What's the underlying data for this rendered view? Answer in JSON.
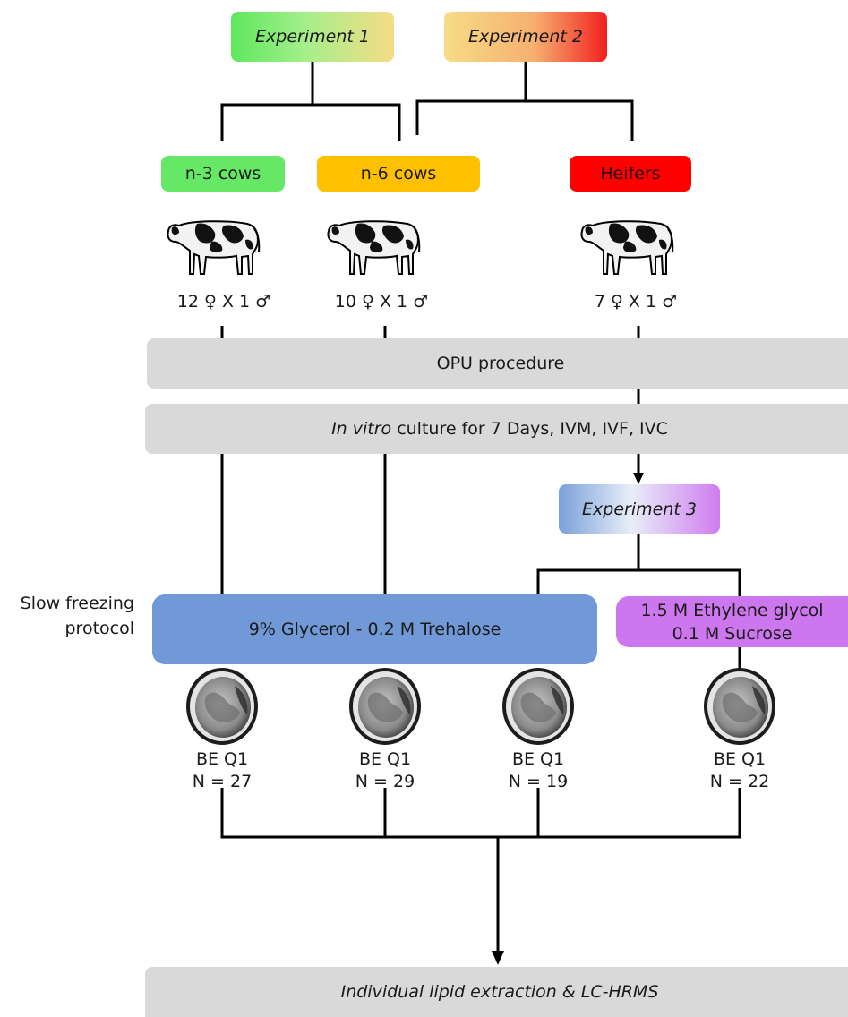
{
  "experiments": {
    "exp1": "Experiment 1",
    "exp2": "Experiment 2",
    "exp3": "Experiment 3"
  },
  "groups": {
    "n3": "n-3 cows",
    "n6": "n-6 cows",
    "heifers": "Heifers"
  },
  "crosses": {
    "n3": {
      "females": "12",
      "x": "X 1"
    },
    "n6": {
      "females": "10",
      "x": "X 1"
    },
    "heifers": {
      "females": "7",
      "x": "X 1"
    }
  },
  "steps": {
    "opu": "OPU procedure",
    "culture_italic": "In vitro",
    "culture_rest": " culture for 7 Days, IVM, IVF, IVC"
  },
  "protocol": {
    "label_line1": "Slow freezing",
    "label_line2": "protocol",
    "glycerol": "9% Glycerol - 0.2 M Trehalose",
    "eg_line1": "1.5 M Ethylene glycol",
    "eg_line2": "0.1 M Sucrose"
  },
  "embryos": [
    {
      "grade": "BE Q1",
      "n": "N = 27"
    },
    {
      "grade": "BE Q1",
      "n": "N = 29"
    },
    {
      "grade": "BE Q1",
      "n": "N = 19"
    },
    {
      "grade": "BE Q1",
      "n": "N = 22"
    }
  ],
  "final_step": "Individual lipid extraction & LC-HRMS",
  "colors": {
    "green": "#6ee86e",
    "yellow": "#f7d77a",
    "orange": "#ffc000",
    "red": "#ff0000",
    "blue": "#7199d8",
    "purple": "#cc77ee",
    "grey": "#d9d9d9"
  }
}
